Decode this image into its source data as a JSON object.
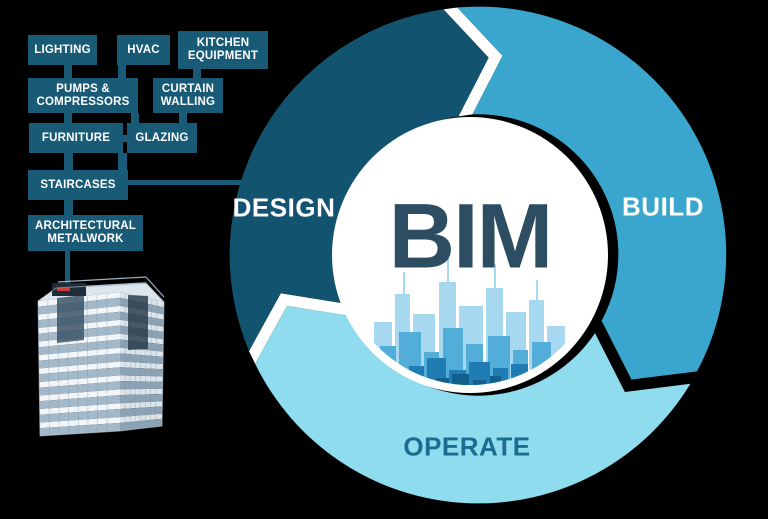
{
  "diagram": {
    "center_label": "BIM",
    "phases": [
      {
        "label": "DESIGN",
        "color": "#125470",
        "text_color": "#ffffff"
      },
      {
        "label": "BUILD",
        "color": "#3aa6cd",
        "text_color": "#ffffff"
      },
      {
        "label": "OPERATE",
        "color": "#8edced",
        "text_color": "#1a6c90"
      }
    ]
  },
  "components": [
    "LIGHTING",
    "HVAC",
    "KITCHEN EQUIPMENT",
    "PUMPS & COMPRESSORS",
    "CURTAIN WALLING",
    "FURNITURE",
    "GLAZING",
    "STAIRCASES",
    "ARCHITECTURAL METALWORK"
  ],
  "colors": {
    "background": "#000000",
    "box": "#195a76",
    "box_text": "#ffffff",
    "gap_white": "#ffffff",
    "hub": "#ffffff",
    "bim_text": "#2d4e62",
    "skyline_back": "#a6d8ef",
    "skyline_mid": "#52add8",
    "skyline_front": "#1f7db3",
    "skyline_deep": "#14608d",
    "building_slab": "#f2f6f9",
    "building_glass": "#a3b9ca",
    "building_side_slab": "#dde5eb",
    "building_side_glass": "#8ba3b5",
    "building_roof": "#dce6ee",
    "building_sign": "#1e2d38",
    "building_sign_accent": "#d03c32"
  }
}
